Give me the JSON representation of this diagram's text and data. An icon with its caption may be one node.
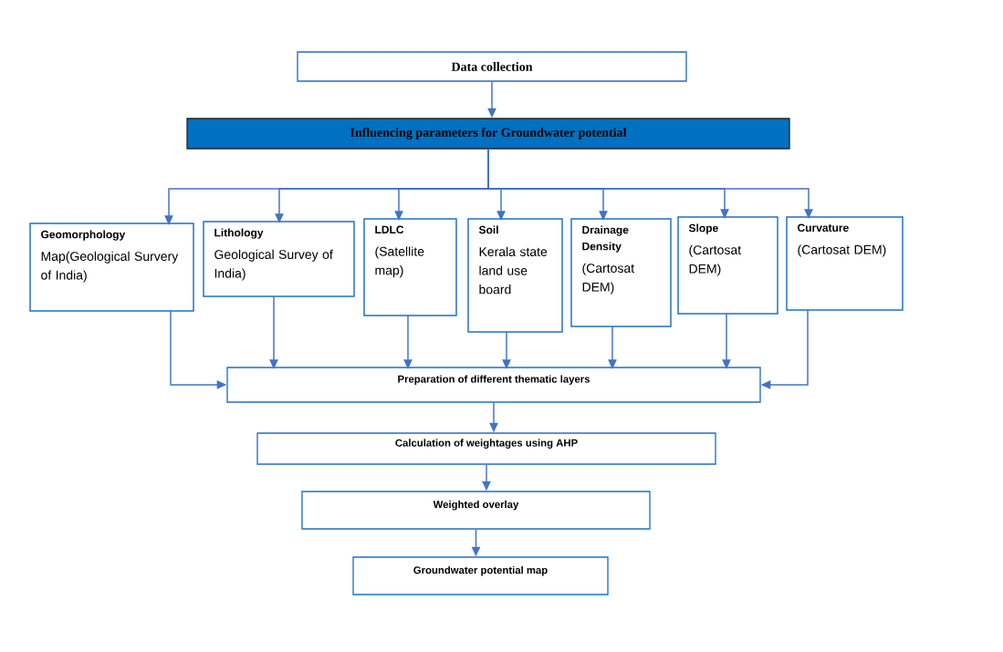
{
  "diagram": {
    "nodes": [
      {
        "text": [
          "Data collection"
        ]
      },
      {
        "text": [
          "Influencing parameters for Groundwater potential"
        ]
      },
      {
        "text": [
          "Geomorphology",
          "Map(Geological Survery of India)"
        ]
      },
      {
        "text": [
          "Lithology",
          "Geological Survey of India)"
        ]
      },
      {
        "text": [
          "LDLC",
          "(Satellite map)"
        ]
      },
      {
        "text": [
          "Soil",
          "Kerala state land use board"
        ]
      },
      {
        "text": [
          "Drainage Density",
          "(Cartosat DEM)"
        ]
      },
      {
        "text": [
          "Slope",
          "(Cartosat DEM)"
        ]
      },
      {
        "text": [
          "Curvature",
          "(Cartosat DEM)"
        ]
      },
      {
        "text": [
          "Preparation of different thematic layers"
        ]
      },
      {
        "text": [
          "Calculation of weightages using AHP"
        ]
      },
      {
        "text": [
          "Weighted overlay"
        ]
      },
      {
        "text": [
          "Groundwater potential map"
        ]
      }
    ],
    "edges": [
      {
        "from": 0,
        "to": 1,
        "arrow": "to"
      },
      {
        "from": 1,
        "to": 2,
        "arrow": "to"
      },
      {
        "from": 1,
        "to": 3,
        "arrow": "to"
      },
      {
        "from": 1,
        "to": 4,
        "arrow": "to"
      },
      {
        "from": 1,
        "to": 5,
        "arrow": "to"
      },
      {
        "from": 1,
        "to": 6,
        "arrow": "to"
      },
      {
        "from": 1,
        "to": 7,
        "arrow": "to"
      },
      {
        "from": 1,
        "to": 8,
        "arrow": "to"
      },
      {
        "from": 2,
        "to": 9,
        "arrow": "to"
      },
      {
        "from": 3,
        "to": 9,
        "arrow": "to"
      },
      {
        "from": 4,
        "to": 9,
        "arrow": "to"
      },
      {
        "from": 5,
        "to": 9,
        "arrow": "to"
      },
      {
        "from": 6,
        "to": 9,
        "arrow": "to"
      },
      {
        "from": 7,
        "to": 9,
        "arrow": "to"
      },
      {
        "from": 8,
        "to": 9,
        "arrow": "to"
      },
      {
        "from": 9,
        "to": 10,
        "arrow": "to"
      },
      {
        "from": 10,
        "to": 11,
        "arrow": "to"
      },
      {
        "from": 11,
        "to": 12,
        "arrow": "to"
      }
    ]
  }
}
